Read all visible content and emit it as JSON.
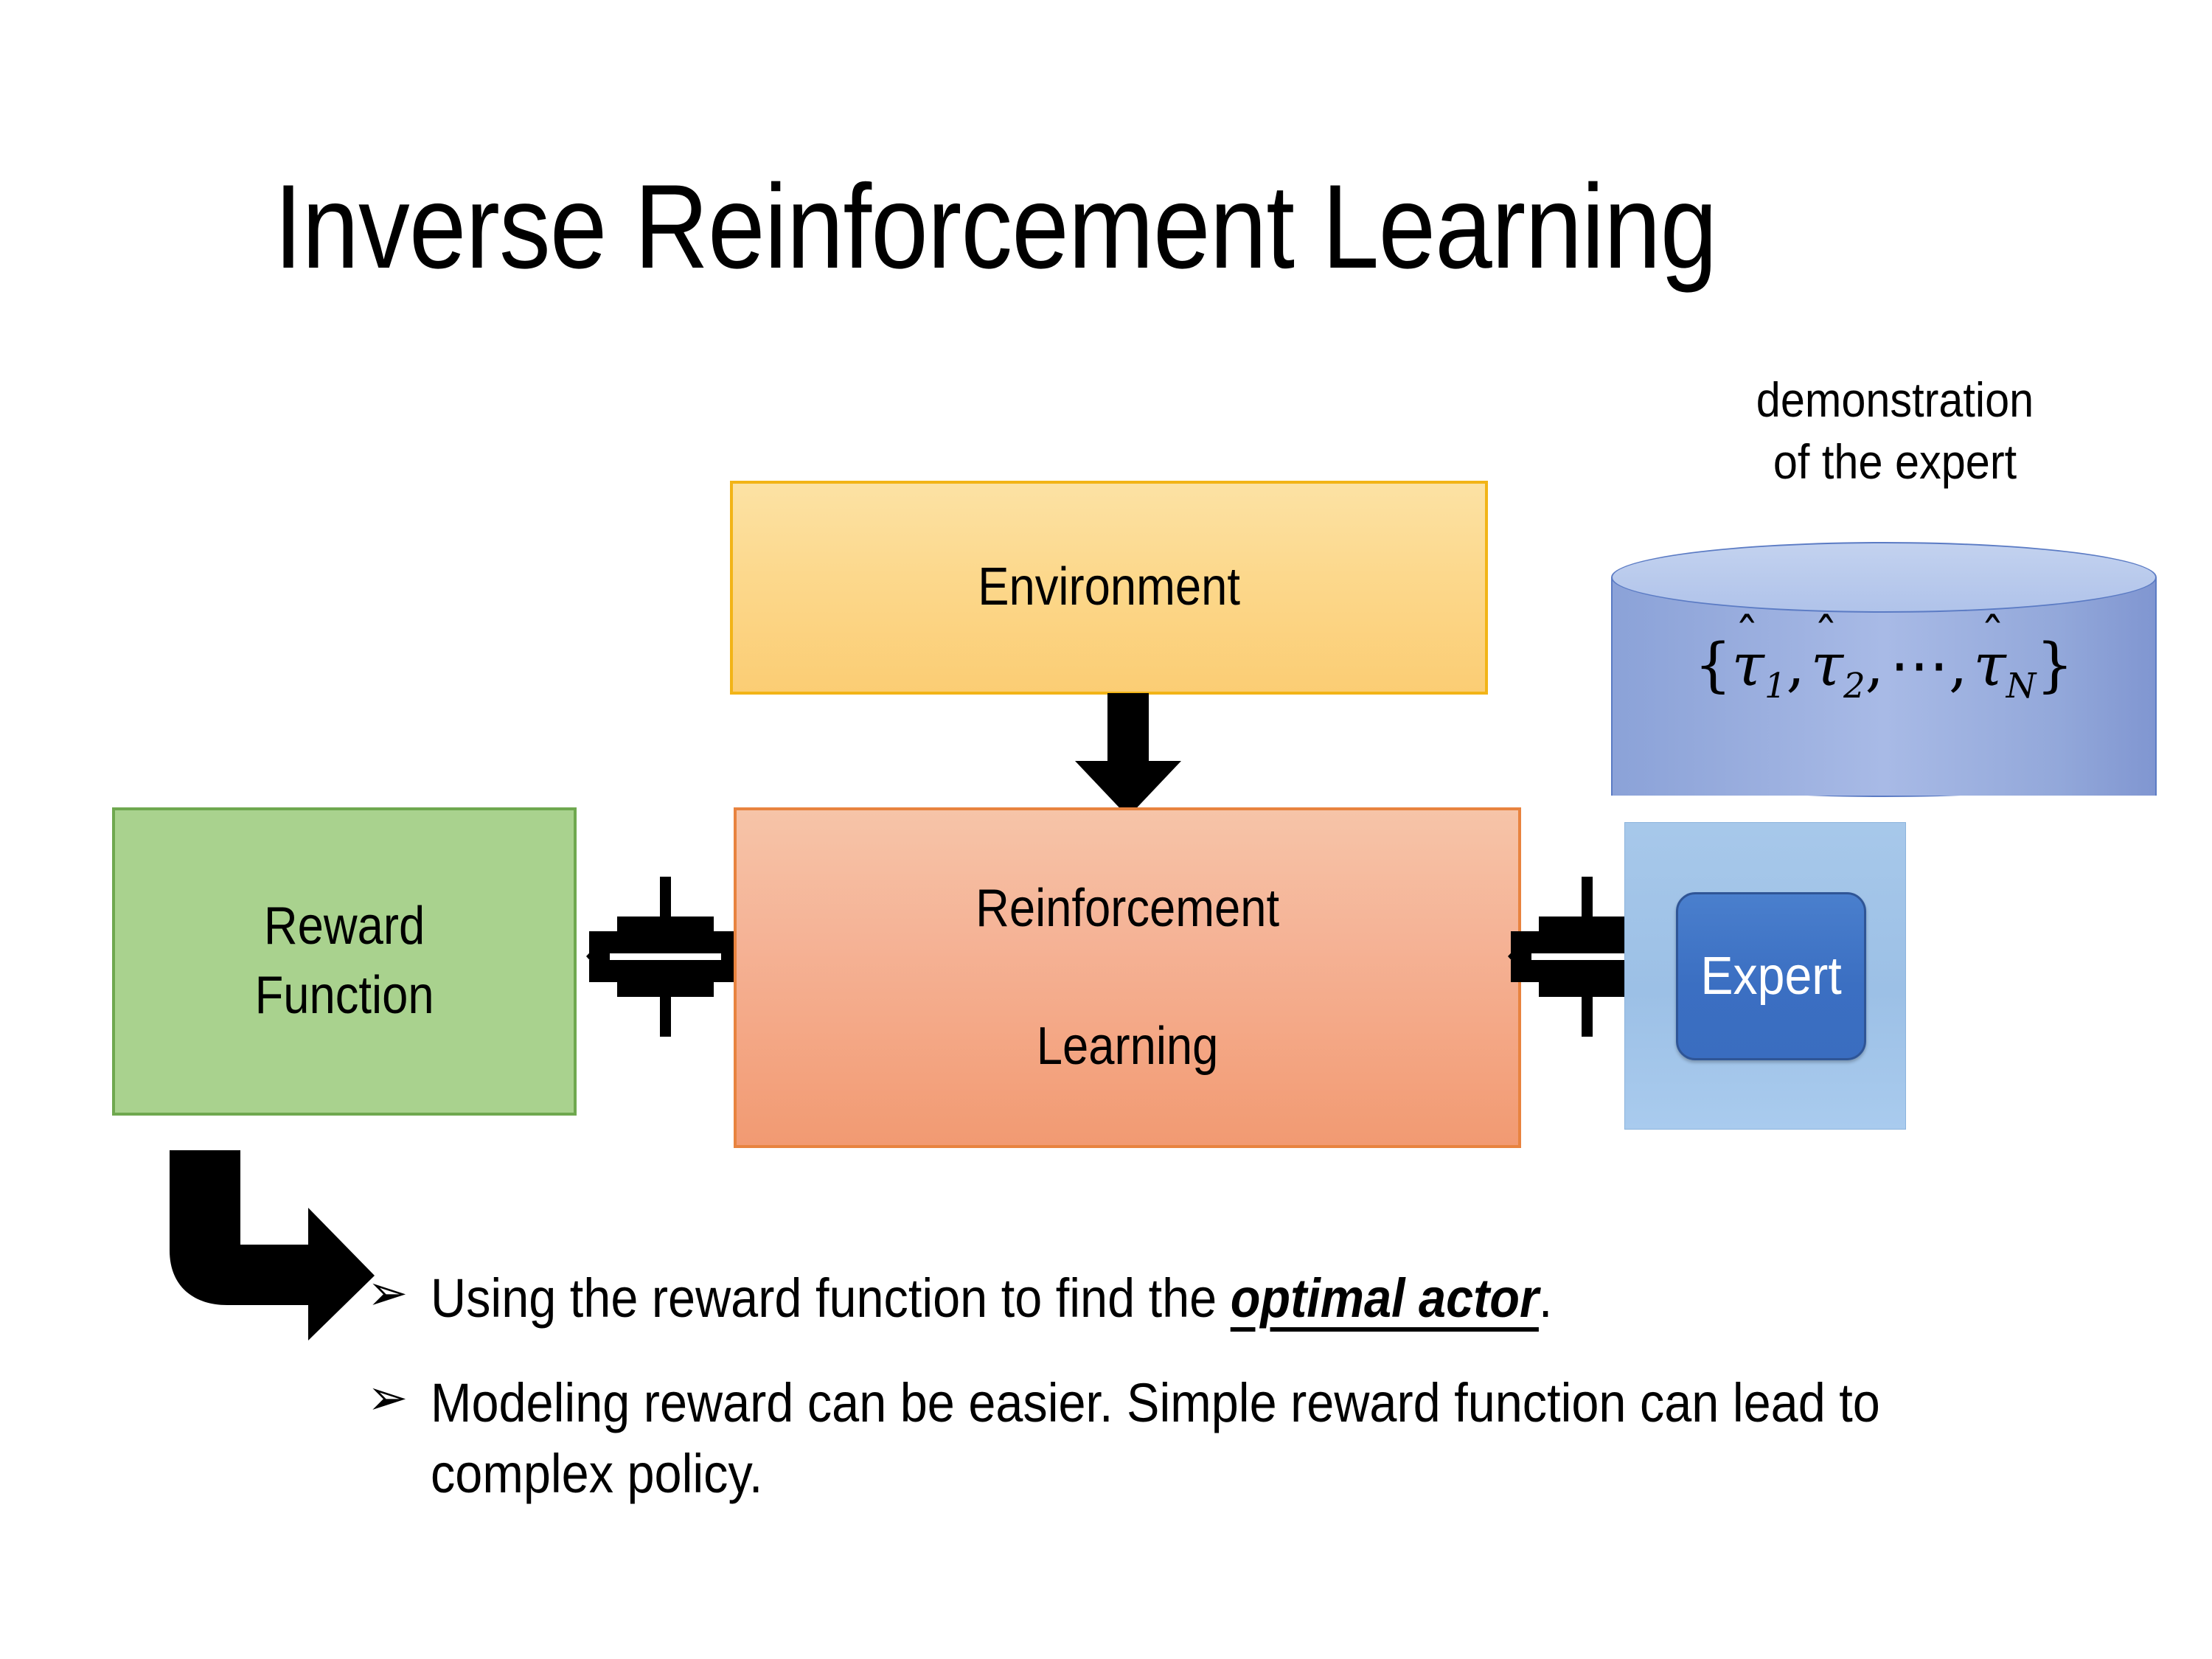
{
  "slide": {
    "title": "Inverse Reinforcement Learning",
    "background": "#ffffff"
  },
  "diagram": {
    "environment": {
      "label": "Environment",
      "fill": "#fcd88c",
      "border": "#f2b417"
    },
    "reward_function": {
      "line1": "Reward",
      "line2": "Function",
      "fill": "#a9d28e",
      "border": "#6fa84f"
    },
    "reinforcement_learning": {
      "line1": "Reinforcement",
      "line2": "Learning",
      "fill": "#f5b295",
      "border": "#e8833f"
    },
    "demonstration": {
      "caption_line1": "demonstration",
      "caption_line2": "of the expert",
      "cylinder_fill": "#a8bae6",
      "cylinder_border": "#5b7bc4",
      "formula": {
        "open_brace": "{",
        "terms": [
          {
            "symbol": "τ",
            "hat": "̂",
            "sub": "1"
          },
          {
            "symbol": "τ",
            "hat": "̂",
            "sub": "2"
          },
          {
            "symbol": "⋯",
            "hat": "",
            "sub": ""
          },
          {
            "symbol": "τ",
            "hat": "̂",
            "sub": "N"
          }
        ],
        "separator": ",",
        "close_brace": "}",
        "plain": "{τ̂1, τ̂2, ⋯, τ̂N}"
      }
    },
    "expert": {
      "label": "Expert",
      "fill": "#3b6fc2",
      "border": "#2f5596",
      "text_color": "#ffffff",
      "panel_fill": "#9cc0e6"
    },
    "arrows": [
      {
        "name": "environment-to-rl",
        "type": "down-arrow",
        "color": "#000000"
      },
      {
        "name": "reward-rl-link",
        "type": "quad-arrow",
        "color": "#000000"
      },
      {
        "name": "rl-expert-link",
        "type": "quad-arrow",
        "color": "#000000"
      },
      {
        "name": "reward-to-bullets",
        "type": "bent-arrow",
        "color": "#000000"
      }
    ]
  },
  "bullets": {
    "marker": "➢",
    "items": [
      {
        "prefix": "Using the reward function to find the ",
        "emphasis": "optimal actor",
        "suffix": "."
      },
      {
        "prefix": "Modeling reward can be easier. Simple reward function can lead to complex policy.",
        "emphasis": "",
        "suffix": ""
      }
    ]
  }
}
